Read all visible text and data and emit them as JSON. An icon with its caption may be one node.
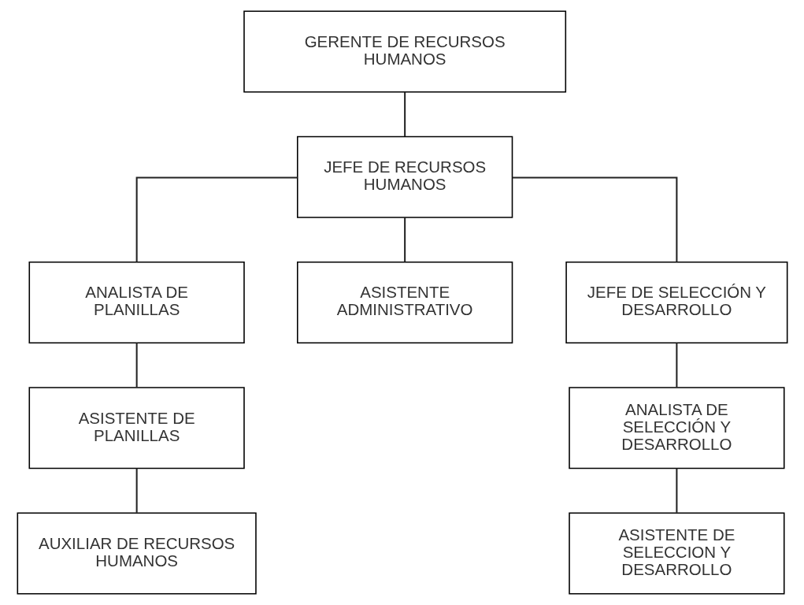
{
  "diagram": {
    "nodes": [
      {
        "text": [
          "GERENTE DE RECURSOS HUMANOS"
        ]
      },
      {
        "text": [
          "JEFE DE RECURSOS HUMANOS"
        ]
      },
      {
        "text": [
          "ANALISTA DE PLANILLAS"
        ]
      },
      {
        "text": [
          "ASISTENTE ADMINISTRATIVO"
        ]
      },
      {
        "text": [
          "JEFE DE SELECCIÓN Y DESARROLLO"
        ]
      },
      {
        "text": [
          "ASISTENTE DE PLANILLAS"
        ]
      },
      {
        "text": [
          "ANALISTA DE SELECCIÓN Y DESARROLLO"
        ]
      },
      {
        "text": [
          "AUXILIAR DE RECURSOS HUMANOS"
        ]
      },
      {
        "text": [
          "ASISTENTE DE SELECCION Y DESARROLLO"
        ]
      }
    ],
    "edges": [
      {
        "from": 0,
        "to": 1,
        "arrow": "none"
      },
      {
        "from": 1,
        "to": 2,
        "arrow": "none"
      },
      {
        "from": 1,
        "to": 3,
        "arrow": "none"
      },
      {
        "from": 1,
        "to": 4,
        "arrow": "none"
      },
      {
        "from": 2,
        "to": 5,
        "arrow": "none"
      },
      {
        "from": 4,
        "to": 6,
        "arrow": "none"
      },
      {
        "from": 5,
        "to": 7,
        "arrow": "none"
      },
      {
        "from": 6,
        "to": 8,
        "arrow": "none"
      }
    ]
  }
}
